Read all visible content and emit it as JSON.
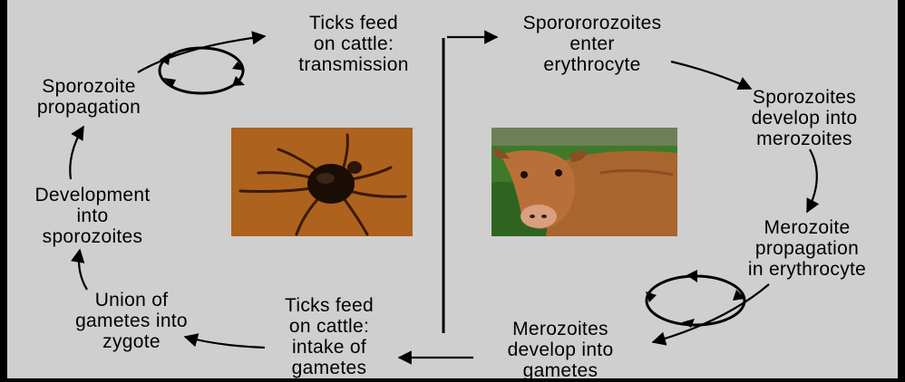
{
  "stages": {
    "ticks_feed_transmission": "Ticks feed\non cattle:\ntransmission",
    "sporozoites_enter": "Sporororozoites\nenter\nerythrocyte",
    "sporozoites_develop_merozoites": "Sporozoites\ndevelop into\nmerozoites",
    "merozoite_propagation": "Merozoite\npropagation\nin erythrocyte",
    "merozoites_develop_gametes": "Merozoites\ndevelop into\ngametes",
    "ticks_feed_intake": "Ticks feed\non cattle:\nintake of\ngametes",
    "union_of_gametes": "Union of\ngametes into\nzygote",
    "development_sporozoites": "Development\ninto\nsporozoites",
    "sporozoite_propagation": "Sporozoite\npropagation"
  },
  "images": {
    "tick": "tick-photo",
    "cow": "cow-photo"
  },
  "colors": {
    "background": "#cfcfcf",
    "frame": "#000000",
    "text": "#000000",
    "arrow": "#000000",
    "tick_bg": "#b86a22",
    "cow_fur": "#a9652e",
    "grass": "#3e7a2a"
  }
}
